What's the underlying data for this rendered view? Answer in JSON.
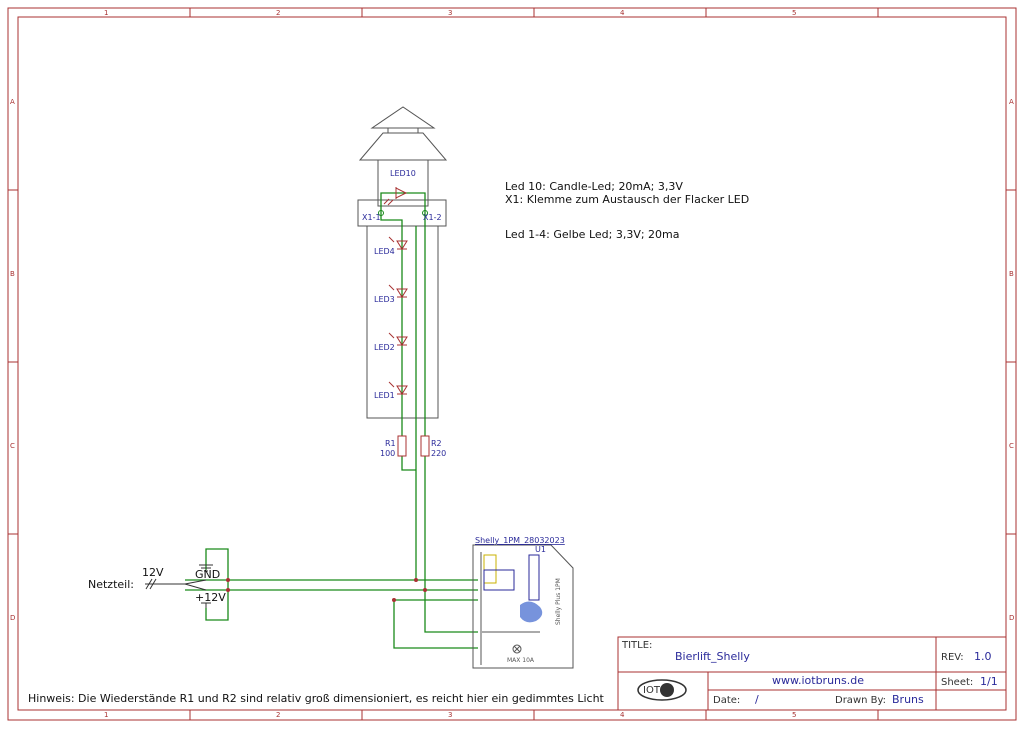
{
  "frame": {
    "columns": [
      "1",
      "2",
      "3",
      "4",
      "5"
    ],
    "rows": [
      "A",
      "B",
      "C",
      "D"
    ]
  },
  "notes": {
    "line1": "Led 10: Candle-Led; 20mA; 3,3V",
    "line2": "X1: Klemme zum Austausch der Flacker LED",
    "line3": "Led 1-4: Gelbe Led; 3,3V; 20ma",
    "hint": "Hinweis: Die Wiederstände R1 und R2 sind relativ groß dimensioniert, es reicht hier ein gedimmtes Licht"
  },
  "components": {
    "led10": "LED10",
    "x1_1": "X1-1",
    "x1_2": "X1-2",
    "led4": "LED4",
    "led3": "LED3",
    "led2": "LED2",
    "led1": "LED1",
    "r1_name": "R1",
    "r1_value": "100",
    "r2_name": "R2",
    "r2_value": "220",
    "shelly_name": "Shelly_1PM_28032023",
    "shelly_ref": "U1",
    "shelly_brand": "Shelly Plus 1PM",
    "shelly_max": "MAX 10A"
  },
  "power": {
    "label": "Netzteil:",
    "voltage": "12V",
    "gnd": "GND",
    "plus12v": "+12V"
  },
  "title_block": {
    "title_label": "TITLE:",
    "title": "Bierlift_Shelly",
    "rev_label": "REV:",
    "rev": "1.0",
    "website": "www.iotbruns.de",
    "sheet_label": "Sheet:",
    "sheet": "1/1",
    "date_label": "Date:",
    "date": "/",
    "drawn_label": "Drawn By:",
    "drawn": "Bruns",
    "logo_text": "IOT"
  },
  "colors": {
    "frame": "#a83232",
    "wire": "#1a8a1a",
    "label": "#2a2a9a"
  }
}
